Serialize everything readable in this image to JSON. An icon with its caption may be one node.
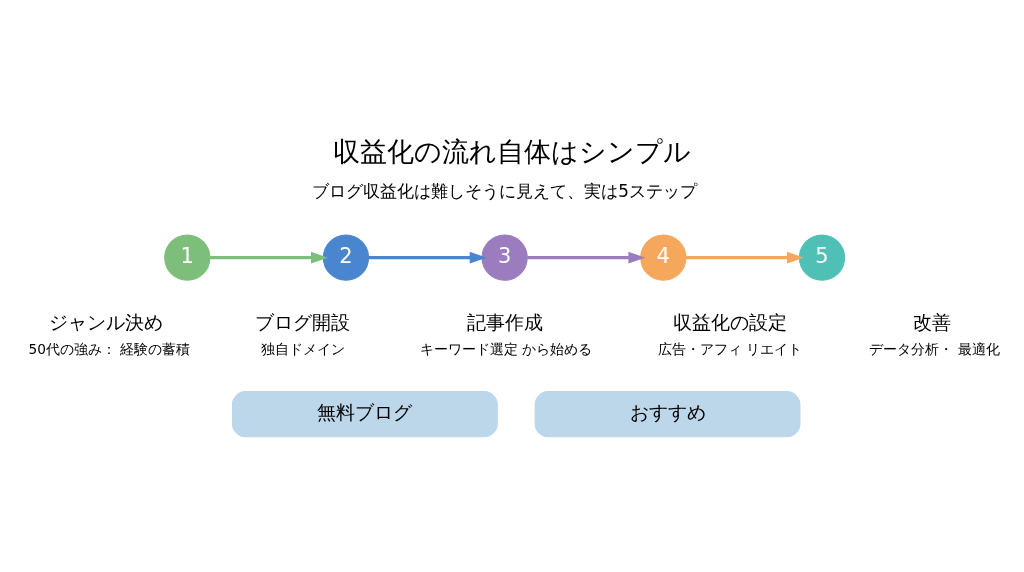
{
  "diagram": {
    "title": "収益化の流れ自体はシンプル",
    "nodes": [
      {
        "text": [
          "1"
        ],
        "beside": [
          "ジャンル決め",
          "50代の強み： 経験の蓄積"
        ]
      },
      {
        "text": [
          "2"
        ],
        "beside": [
          "ブログ開設",
          "独自ドメイン"
        ]
      },
      {
        "text": [
          "3"
        ],
        "beside": [
          "記事作成",
          "キーワード選定 から始める"
        ]
      },
      {
        "text": [
          "4"
        ],
        "beside": [
          "収益化の設定",
          "広告・アフィ リエイト"
        ]
      },
      {
        "text": [
          "5"
        ],
        "beside": [
          "改善",
          "データ分析・ 最適化"
        ]
      },
      {
        "text": [
          "無料ブログ"
        ]
      },
      {
        "text": [
          "おすすめ"
        ]
      }
    ],
    "edges": [
      {
        "from": 0,
        "to": 1,
        "arrow": "to",
        "color": "#7dbf7a"
      },
      {
        "from": 1,
        "to": 2,
        "arrow": "to",
        "color": "#4a86d0"
      },
      {
        "from": 2,
        "to": 3,
        "arrow": "to",
        "color": "#9b7cbf"
      },
      {
        "from": 3,
        "to": 4,
        "arrow": "to",
        "color": "#f5a85c"
      }
    ],
    "labels": [
      "ブログ収益化は難しそうに見えて、実は5ステップ"
    ]
  }
}
